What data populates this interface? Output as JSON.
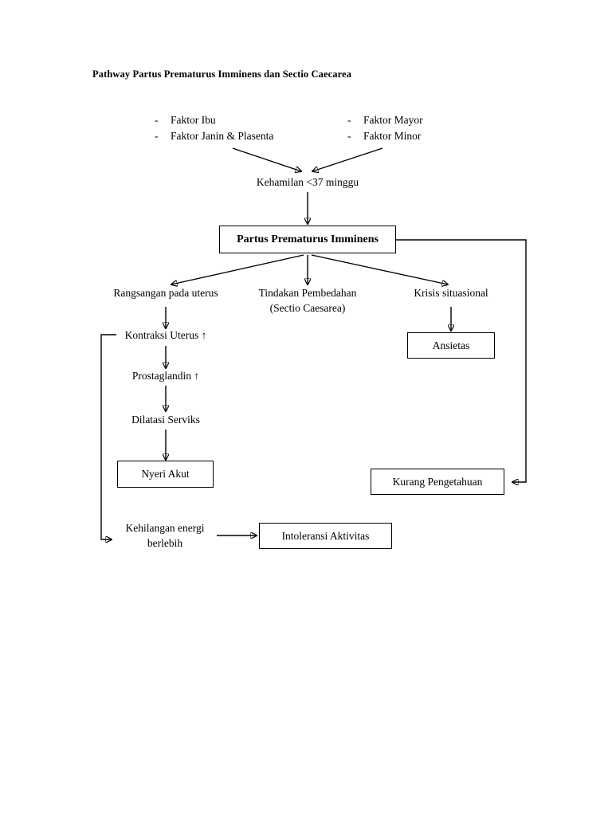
{
  "document": {
    "title": "Pathway Partus Prematurus Imminens dan Sectio Caecarea",
    "background_color": "#ffffff",
    "line_color": "#000000",
    "text_color": "#000000"
  },
  "factors": {
    "bullet": "-",
    "left_column": [
      "Faktor Ibu",
      "Faktor Janin & Plasenta"
    ],
    "right_column": [
      "Faktor Mayor",
      "Faktor Minor"
    ]
  },
  "nodes": {
    "kehamilan": "Kehamilan <37 minggu",
    "ppi": "Partus Prematurus Imminens",
    "rangsangan": "Rangsangan pada uterus",
    "tindakan_line1": "Tindakan Pembedahan",
    "tindakan_line2": "(Sectio Caesarea)",
    "krisis": "Krisis situasional",
    "kontraksi": "Kontraksi Uterus ↑",
    "prostaglandin": "Prostaglandin ↑",
    "dilatasi": "Dilatasi Serviks",
    "nyeri_akut": "Nyeri Akut",
    "ansietas": "Ansietas",
    "kurang_pengetahuan": "Kurang Pengetahuan",
    "kehilangan_line1": "Kehilangan energi",
    "kehilangan_line2": "berlebih",
    "intoleransi": "Intoleransi Aktivitas"
  },
  "chart_data": {
    "type": "diagram",
    "title": "Pathway Partus Prematurus Imminens dan Sectio Caecarea",
    "orientation": "top-down flowchart",
    "nodes": [
      {
        "id": "faktor_ibu",
        "label": "Faktor Ibu",
        "shape": "text"
      },
      {
        "id": "faktor_janin",
        "label": "Faktor Janin & Plasenta",
        "shape": "text"
      },
      {
        "id": "faktor_mayor",
        "label": "Faktor Mayor",
        "shape": "text"
      },
      {
        "id": "faktor_minor",
        "label": "Faktor Minor",
        "shape": "text"
      },
      {
        "id": "kehamilan",
        "label": "Kehamilan <37 minggu",
        "shape": "text"
      },
      {
        "id": "ppi",
        "label": "Partus Prematurus Imminens",
        "shape": "box-bold"
      },
      {
        "id": "rangsangan",
        "label": "Rangsangan pada uterus",
        "shape": "text"
      },
      {
        "id": "tindakan",
        "label": "Tindakan Pembedahan (Sectio Caesarea)",
        "shape": "text"
      },
      {
        "id": "krisis",
        "label": "Krisis situasional",
        "shape": "text"
      },
      {
        "id": "kontraksi",
        "label": "Kontraksi Uterus ↑",
        "shape": "text"
      },
      {
        "id": "prostaglandin",
        "label": "Prostaglandin ↑",
        "shape": "text"
      },
      {
        "id": "dilatasi",
        "label": "Dilatasi Serviks",
        "shape": "text"
      },
      {
        "id": "nyeri_akut",
        "label": "Nyeri Akut",
        "shape": "box"
      },
      {
        "id": "ansietas",
        "label": "Ansietas",
        "shape": "box"
      },
      {
        "id": "kurang_pengetahuan",
        "label": "Kurang Pengetahuan",
        "shape": "box"
      },
      {
        "id": "kehilangan",
        "label": "Kehilangan energi berlebih",
        "shape": "text"
      },
      {
        "id": "intoleransi",
        "label": "Intoleransi Aktivitas",
        "shape": "box"
      }
    ],
    "edges": [
      {
        "from": "faktor_ibu",
        "to": "kehamilan"
      },
      {
        "from": "faktor_mayor",
        "to": "kehamilan"
      },
      {
        "from": "kehamilan",
        "to": "ppi"
      },
      {
        "from": "ppi",
        "to": "rangsangan"
      },
      {
        "from": "ppi",
        "to": "tindakan"
      },
      {
        "from": "ppi",
        "to": "krisis"
      },
      {
        "from": "ppi",
        "to": "kurang_pengetahuan"
      },
      {
        "from": "rangsangan",
        "to": "kontraksi"
      },
      {
        "from": "kontraksi",
        "to": "prostaglandin"
      },
      {
        "from": "prostaglandin",
        "to": "dilatasi"
      },
      {
        "from": "dilatasi",
        "to": "nyeri_akut"
      },
      {
        "from": "kontraksi",
        "to": "kehilangan"
      },
      {
        "from": "kehilangan",
        "to": "intoleransi"
      },
      {
        "from": "krisis",
        "to": "ansietas"
      }
    ]
  }
}
